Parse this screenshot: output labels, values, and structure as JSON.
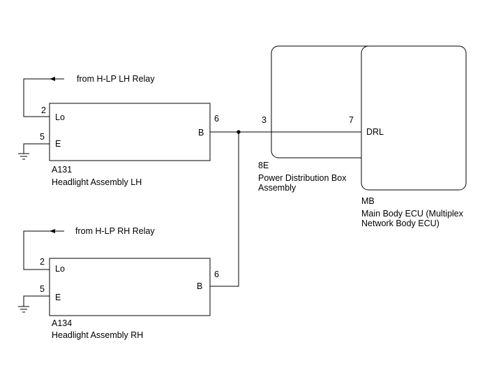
{
  "colors": {
    "line": "#000000",
    "background": "#ffffff"
  },
  "headlight_lh": {
    "code": "A131",
    "name": "Headlight Assembly LH",
    "source_label": "from H-LP LH Relay",
    "pin_lo_num": "2",
    "pin_lo_label": "Lo",
    "pin_e_num": "5",
    "pin_e_label": "E",
    "pin_b_num": "6",
    "pin_b_label": "B"
  },
  "headlight_rh": {
    "code": "A134",
    "name": "Headlight Assembly RH",
    "source_label": "from H-LP RH Relay",
    "pin_lo_num": "2",
    "pin_lo_label": "Lo",
    "pin_e_num": "5",
    "pin_e_label": "E",
    "pin_b_num": "6",
    "pin_b_label": "B"
  },
  "pdb": {
    "code": "8E",
    "name_line1": "Power Distribution Box",
    "name_line2": "Assembly",
    "pin_num": "3"
  },
  "ecu": {
    "code": "MB",
    "name_line1": "Main Body ECU (Multiplex",
    "name_line2": "Network Body ECU)",
    "pin_num": "7",
    "pin_label": "DRL"
  }
}
